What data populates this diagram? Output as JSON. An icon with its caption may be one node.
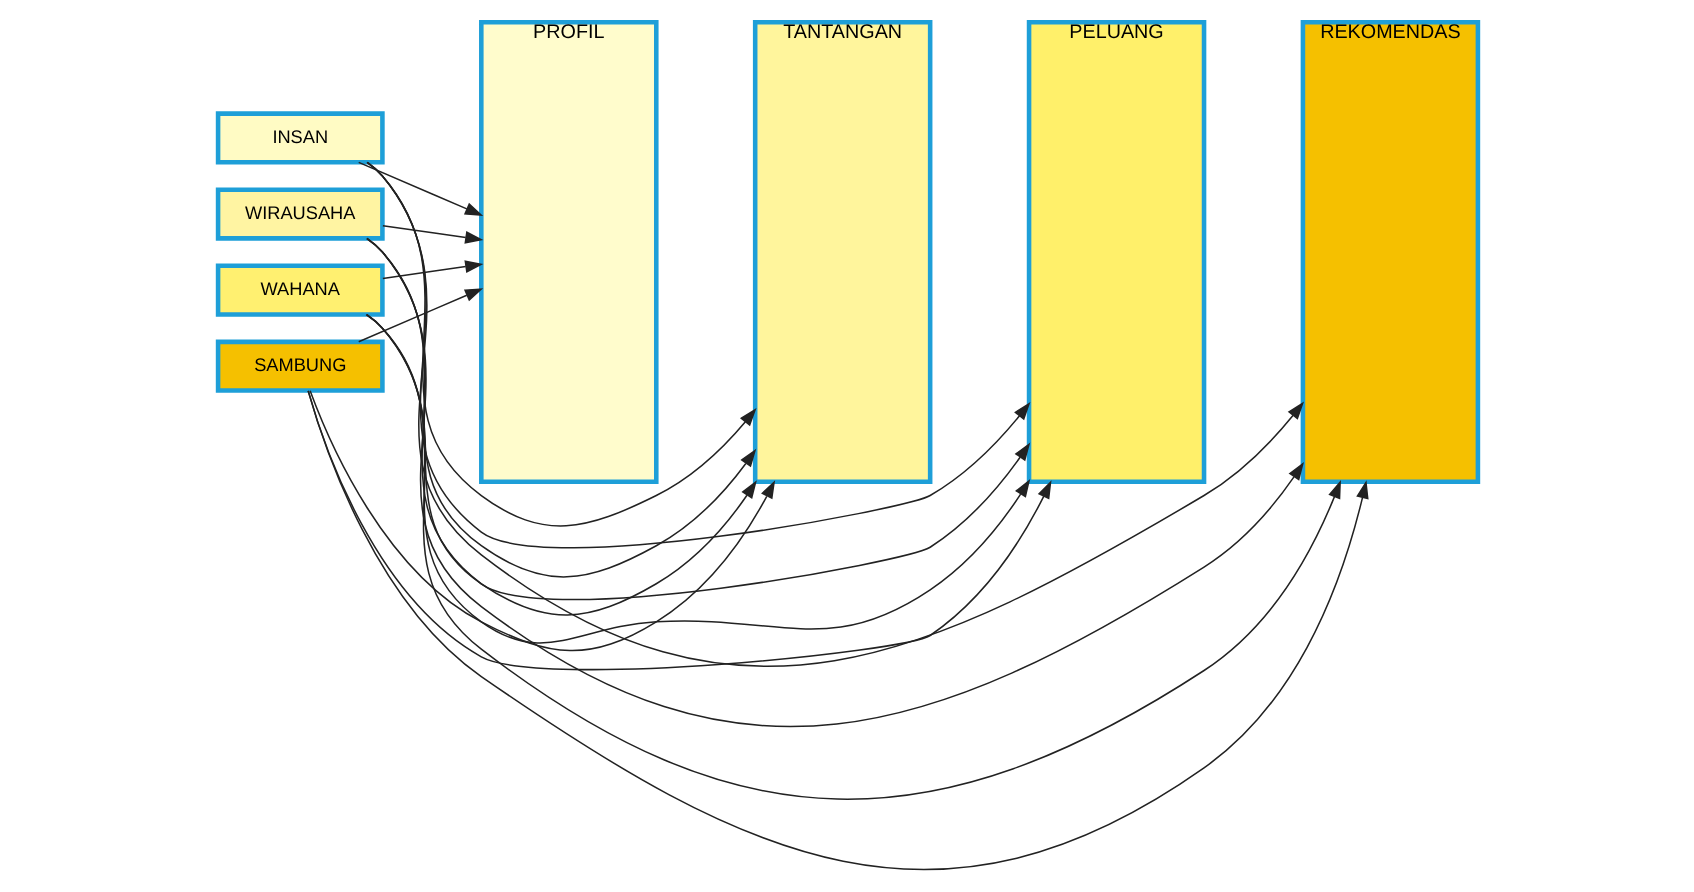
{
  "diagram": {
    "nodes": [
      {
        "text": [
          "PROFIL"
        ]
      },
      {
        "text": [
          "TANTANGAN"
        ]
      },
      {
        "text": [
          "PELUANG"
        ]
      },
      {
        "text": [
          "REKOMENDAS"
        ]
      },
      {
        "text": [
          "INSAN"
        ]
      },
      {
        "text": [
          "WIRAUSAHA"
        ]
      },
      {
        "text": [
          "WAHANA"
        ]
      },
      {
        "text": [
          "SAMBUNG"
        ]
      }
    ],
    "edges": [
      {
        "from": 4,
        "to": 0,
        "arrow": "to"
      },
      {
        "from": 5,
        "to": 0,
        "arrow": "to"
      },
      {
        "from": 6,
        "to": 0,
        "arrow": "to"
      },
      {
        "from": 7,
        "to": 0,
        "arrow": "to"
      },
      {
        "from": 4,
        "to": 1,
        "arrow": "to"
      },
      {
        "from": 5,
        "to": 1,
        "arrow": "to"
      },
      {
        "from": 6,
        "to": 1,
        "arrow": "to"
      },
      {
        "from": 7,
        "to": 1,
        "arrow": "to"
      },
      {
        "from": 4,
        "to": 2,
        "arrow": "to"
      },
      {
        "from": 5,
        "to": 2,
        "arrow": "to"
      },
      {
        "from": 6,
        "to": 2,
        "arrow": "to"
      },
      {
        "from": 7,
        "to": 2,
        "arrow": "to"
      },
      {
        "from": 4,
        "to": 3,
        "arrow": "to"
      },
      {
        "from": 5,
        "to": 3,
        "arrow": "to"
      },
      {
        "from": 6,
        "to": 3,
        "arrow": "to"
      },
      {
        "from": 7,
        "to": 3,
        "arrow": "to"
      }
    ]
  }
}
